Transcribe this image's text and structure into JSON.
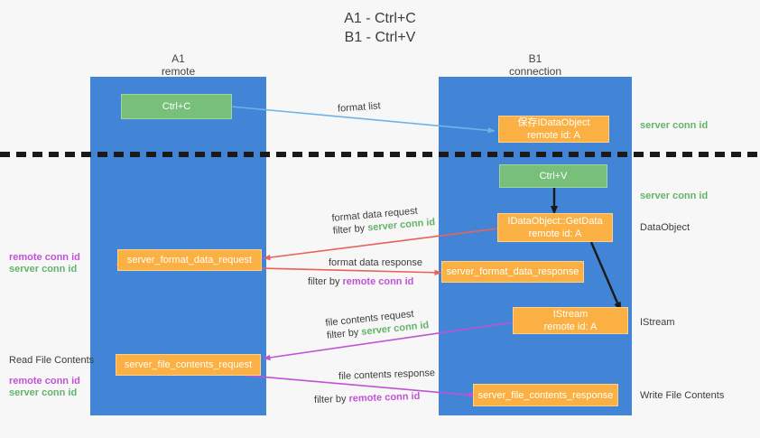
{
  "title": {
    "line1": "A1 - Ctrl+C",
    "line2": "B1 - Ctrl+V"
  },
  "colors": {
    "lane": "#4285d6",
    "green_node": "#78c07a",
    "orange_node": "#fbb043",
    "server_conn": "#63b46a",
    "remote_conn": "#c152d6",
    "blue_arrow": "#6fb3e8",
    "red_arrow": "#e8625b",
    "magenta_arrow": "#c152d6",
    "black_arrow": "#1a1a1a",
    "background": "#f7f7f7"
  },
  "columns": [
    {
      "name": "A1",
      "sub": "remote"
    },
    {
      "name": "B1",
      "sub": "connection"
    }
  ],
  "nodes": {
    "ctrl_c": {
      "label": "Ctrl+C",
      "kind": "green"
    },
    "save_idataobject": {
      "line1": "保存IDataObject",
      "line2": "remote id: A",
      "kind": "orange"
    },
    "ctrl_v": {
      "label": "Ctrl+V",
      "kind": "green"
    },
    "getdata": {
      "line1": "IDataObject::GetData",
      "line2": "remote id: A",
      "kind": "orange"
    },
    "server_format_data_request": {
      "label": "server_format_data_request",
      "kind": "orange"
    },
    "server_format_data_response": {
      "label": "server_format_data_response",
      "kind": "orange"
    },
    "istream": {
      "line1": "IStream",
      "line2": "remote id: A",
      "kind": "orange"
    },
    "server_file_contents_request": {
      "label": "server_file_contents_request",
      "kind": "orange"
    },
    "server_file_contents_response": {
      "label": "server_file_contents_response",
      "kind": "orange"
    }
  },
  "right_annotations": [
    {
      "text": "server conn id",
      "style": "green"
    },
    {
      "text": "server conn id",
      "style": "green"
    },
    {
      "text": "DataObject",
      "style": "plain"
    },
    {
      "text": "IStream",
      "style": "plain"
    },
    {
      "text": "Write File Contents",
      "style": "plain"
    }
  ],
  "left_annotations": [
    {
      "text": "remote conn id",
      "style": "purple"
    },
    {
      "text": "server conn id",
      "style": "green"
    },
    {
      "text": "Read File Contents",
      "style": "plain"
    },
    {
      "text": "remote conn id",
      "style": "purple"
    },
    {
      "text": "server conn id",
      "style": "green"
    }
  ],
  "edges": [
    {
      "id": "format-list",
      "line1_plain": "format list",
      "line2_plain": "",
      "line2_colored": "",
      "color": "#6fb3e8"
    },
    {
      "id": "format-data-request",
      "line1_plain": "format data request",
      "line2_prefix": "filter by ",
      "line2_colored": "server conn id",
      "line2_color_class": "g",
      "color": "#e8625b"
    },
    {
      "id": "format-data-response",
      "line1_plain": "format data response",
      "line2_prefix": "filter by ",
      "line2_colored": "remote conn id",
      "line2_color_class": "p",
      "color": "#e8625b"
    },
    {
      "id": "file-contents-request",
      "line1_plain": "file contents request",
      "line2_prefix": "filter by ",
      "line2_colored": "server conn id",
      "line2_color_class": "g",
      "color": "#c152d6"
    },
    {
      "id": "file-contents-response",
      "line1_plain": "file contents response",
      "line2_prefix": "filter by ",
      "line2_colored": "remote conn id",
      "line2_color_class": "p",
      "color": "#c152d6"
    }
  ]
}
